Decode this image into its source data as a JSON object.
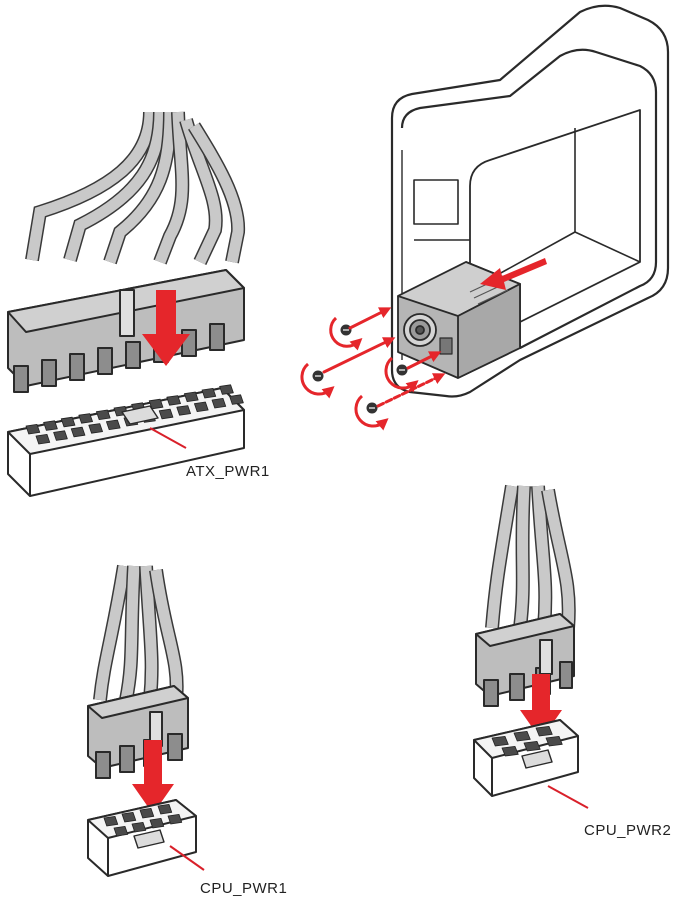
{
  "labels": {
    "atx": "ATX_PWR1",
    "cpu1": "CPU_PWR1",
    "cpu2": "CPU_PWR2"
  },
  "colors": {
    "arrow": "#e5262b",
    "leader": "#d9202a",
    "cable_fill": "#c9c9c9",
    "cable_stroke": "#3a3a3a",
    "plug_fill": "#bdbdbd",
    "header_fill": "#f4f4f4",
    "pin_fill": "#4a4a4a"
  },
  "connectors": {
    "atx": {
      "pin_rows": 2,
      "pin_cols": 12
    },
    "cpu1": {
      "pin_rows": 2,
      "pin_cols": 4
    },
    "cpu2": {
      "pin_rows": 2,
      "pin_cols": 3
    }
  },
  "icons": [
    "down-arrow-icon",
    "insert-arrow-icon",
    "screw-icon",
    "rotate-arrow-icon"
  ]
}
